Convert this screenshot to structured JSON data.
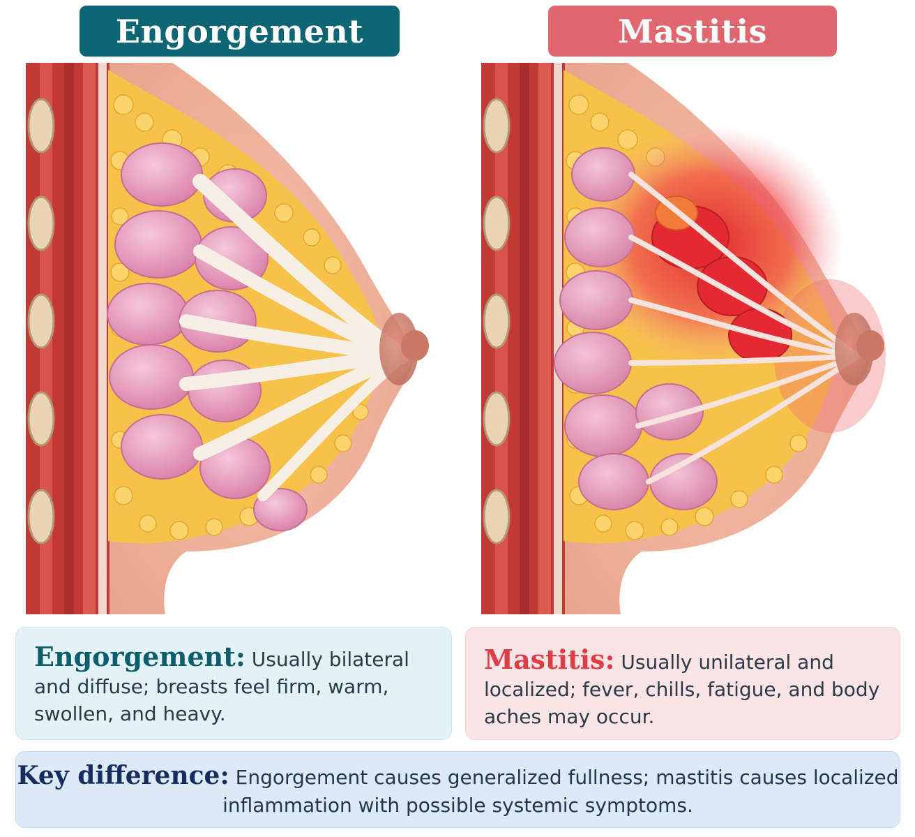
{
  "titles": {
    "left": "Engorgement",
    "right": "Mastitis"
  },
  "descriptions": {
    "left": {
      "label": "Engorgement:",
      "text": "Usually bilateral and diffuse; breasts feel firm, warm, swollen, and heavy."
    },
    "right": {
      "label": "Mastitis:",
      "text": "Usually unilateral and localized; fever, chills, fatigue, and body aches may occur."
    }
  },
  "key_difference": {
    "label": "Key difference:",
    "text": "Engorgement causes generalized fullness; mastitis causes localized inflammation with possible systemic symptoms."
  },
  "colors": {
    "teal": "#0e6675",
    "coral": "#e06670",
    "skin": "#f2b8a2",
    "fat": "#f7c64f",
    "lobule": "#e99ab8",
    "muscle": "#c8403a",
    "inflammation": "#e02a35"
  }
}
